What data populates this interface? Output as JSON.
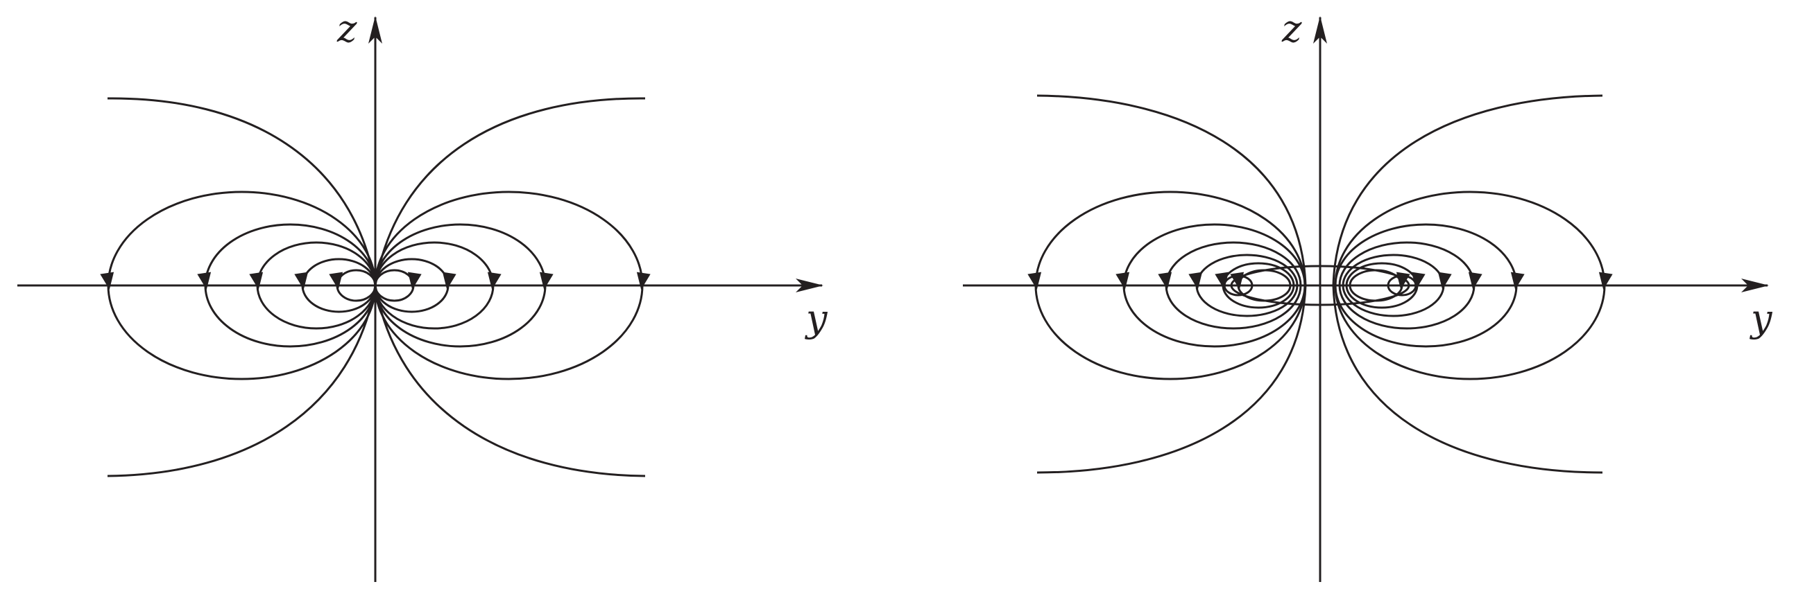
{
  "figure": {
    "stroke_color": "#231f20",
    "background": "#ffffff",
    "panels": [
      {
        "id": "left",
        "description_key": "point-dipole",
        "z_axis_label": "z",
        "y_axis_label": "y",
        "outer_field_lines": "open",
        "loop_families": 5
      },
      {
        "id": "right",
        "description_key": "current-loop-dipole",
        "z_axis_label": "z",
        "y_axis_label": "y",
        "outer_field_lines": "open",
        "loop_families": 8
      }
    ]
  }
}
